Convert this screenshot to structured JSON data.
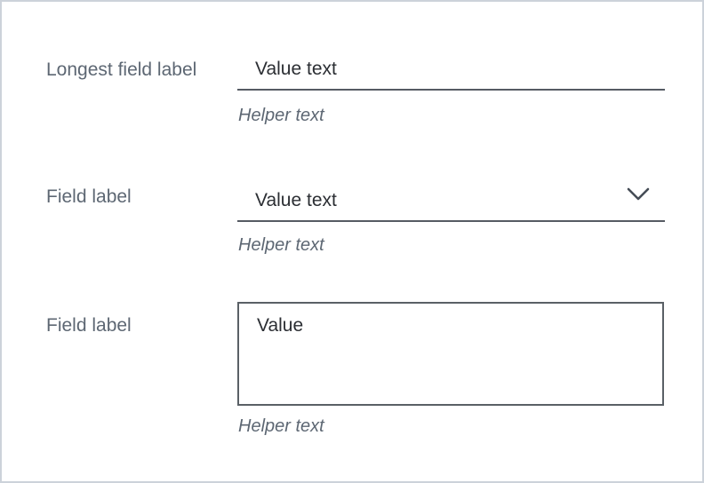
{
  "colors": {
    "panel_border": "#ccd2da",
    "label_text": "#5d6773",
    "value_text": "#2b2e33",
    "underline": "#565b63",
    "textarea_border": "#5a6066",
    "helper_text": "#5d6773",
    "chevron": "#454c56"
  },
  "form": {
    "fields": [
      {
        "type": "text-input",
        "label": "Longest field label",
        "value": "Value text",
        "helper": "Helper text"
      },
      {
        "type": "select",
        "label": "Field label",
        "value": "Value text",
        "helper": "Helper text",
        "icon": "chevron-down-icon"
      },
      {
        "type": "textarea",
        "label": "Field label",
        "value": "Value",
        "helper": "Helper text"
      }
    ]
  }
}
